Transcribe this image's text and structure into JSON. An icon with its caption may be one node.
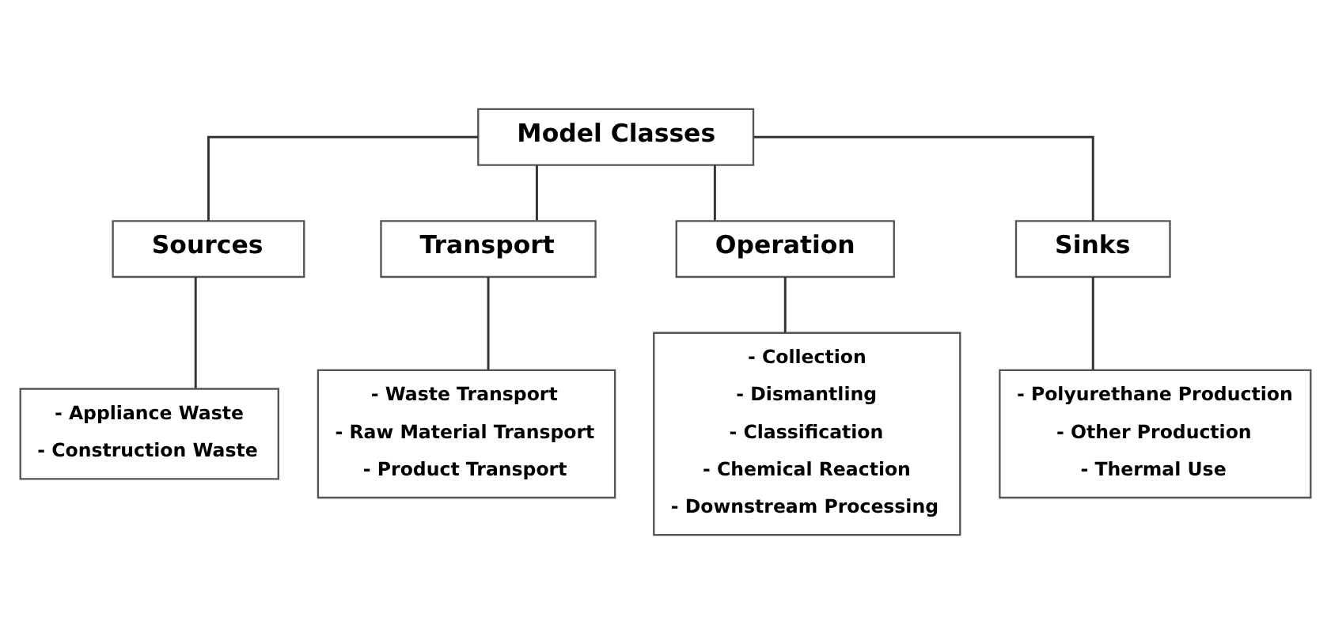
{
  "diagram": {
    "nodes": [
      {
        "text": [
          "Model Classes"
        ]
      },
      {
        "text": [
          "Sources"
        ]
      },
      {
        "text": [
          "Transport"
        ]
      },
      {
        "text": [
          "Operation"
        ]
      },
      {
        "text": [
          "Sinks"
        ]
      },
      {
        "text": [
          "- Appliance Waste",
          "- Construction Waste"
        ]
      },
      {
        "text": [
          "- Waste Transport",
          "- Raw Material Transport",
          "- Product Transport"
        ]
      },
      {
        "text": [
          "- Collection",
          "- Dismantling",
          "- Classification",
          "- Chemical Reaction",
          "- Downstream Processing"
        ]
      },
      {
        "text": [
          "- Polyurethane Production",
          "- Other Production",
          "- Thermal Use"
        ]
      }
    ],
    "edges": [
      {
        "from": 0,
        "to": 1,
        "arrow": "none"
      },
      {
        "from": 0,
        "to": 2,
        "arrow": "none"
      },
      {
        "from": 0,
        "to": 3,
        "arrow": "none"
      },
      {
        "from": 0,
        "to": 4,
        "arrow": "none"
      },
      {
        "from": 1,
        "to": 5,
        "arrow": "none"
      },
      {
        "from": 2,
        "to": 6,
        "arrow": "none"
      },
      {
        "from": 3,
        "to": 7,
        "arrow": "none"
      },
      {
        "from": 4,
        "to": 8,
        "arrow": "none"
      }
    ]
  }
}
